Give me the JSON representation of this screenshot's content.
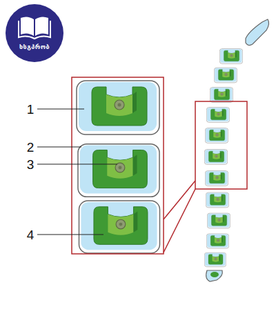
{
  "diagram": {
    "nodes": [
      {
        "text": [
          "ხსგპრობ"
        ]
      }
    ],
    "labels": [
      "1",
      "2",
      "3",
      "4"
    ]
  }
}
